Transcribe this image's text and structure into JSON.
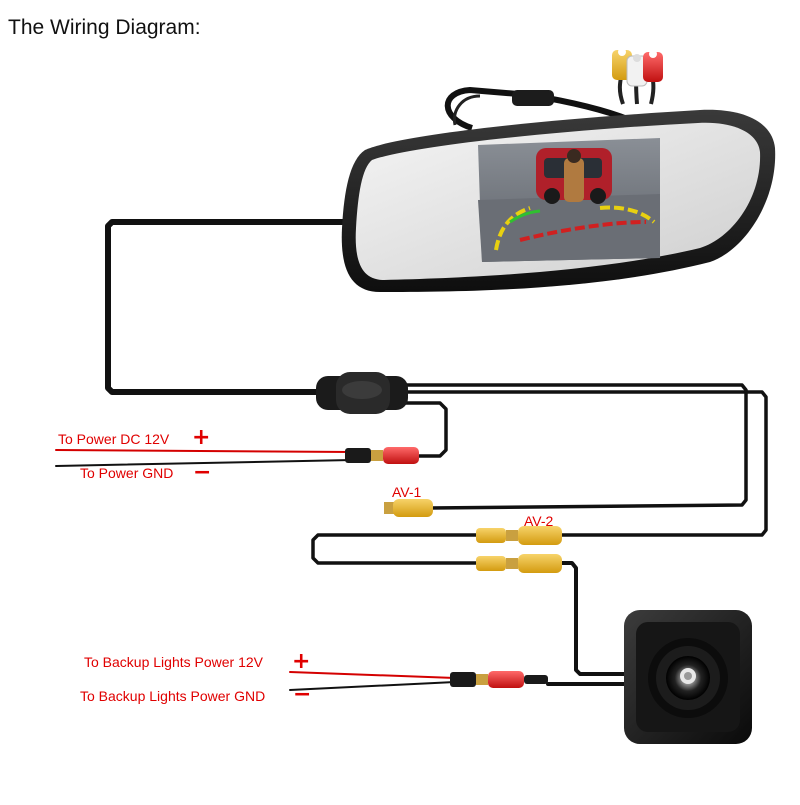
{
  "title": "The Wiring Diagram:",
  "labels": {
    "power_dc": "To Power DC 12V",
    "power_gnd": "To Power GND",
    "av1": "AV-1",
    "av2": "AV-2",
    "backup_power": "To Backup Lights Power 12V",
    "backup_gnd": "To Backup Lights Power GND"
  },
  "signs": {
    "plus": "+",
    "minus": "−"
  },
  "components": [
    "rear-view-mirror-monitor",
    "power-junction-box",
    "rca-video-connectors",
    "backup-camera"
  ],
  "colors": {
    "label_red": "#e00000",
    "wire_red": "#d40000",
    "wire_black": "#111111",
    "rca_yellow": "#f0c020",
    "rca_red": "#e02020",
    "rca_white": "#f2f2f2"
  }
}
